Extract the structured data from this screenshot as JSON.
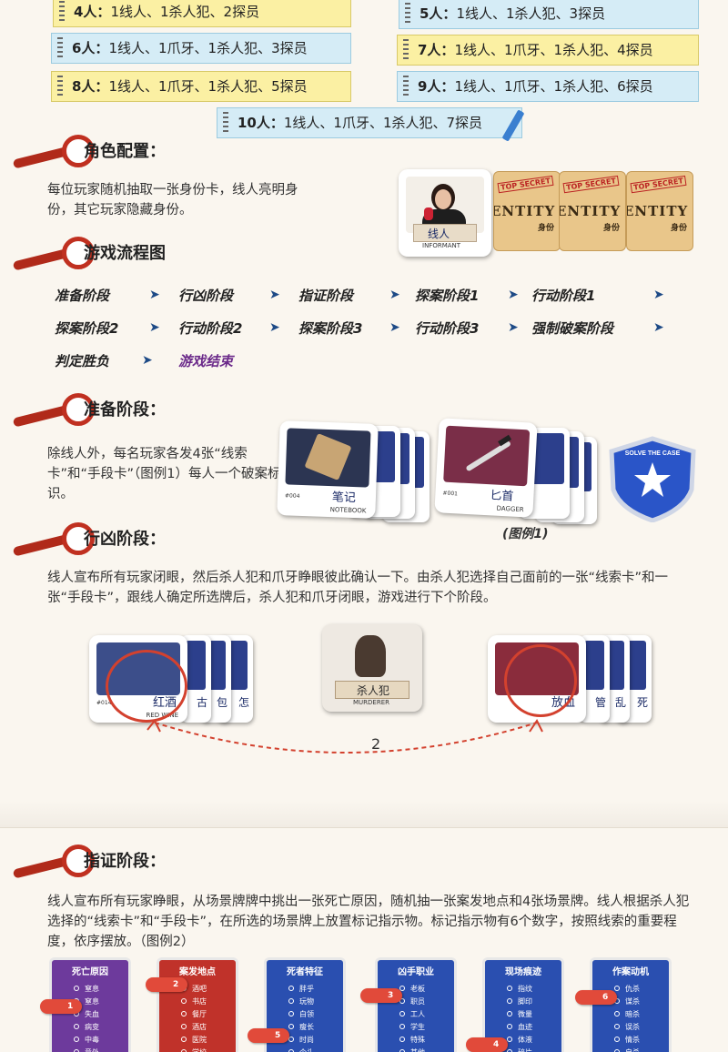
{
  "player_counts": [
    {
      "label": "4人：",
      "text": "1线人、1杀人犯、2探员"
    },
    {
      "label": "5人：",
      "text": "1线人、1杀人犯、3探员"
    },
    {
      "label": "6人：",
      "text": "1线人、1爪牙、1杀人犯、3探员"
    },
    {
      "label": "7人：",
      "text": "1线人、1爪牙、1杀人犯、4探员"
    },
    {
      "label": "8人：",
      "text": "1线人、1爪牙、1杀人犯、5探员"
    },
    {
      "label": "9人：",
      "text": "1线人、1爪牙、1杀人犯、6探员"
    },
    {
      "label": "10人：",
      "text": "1线人、1爪牙、1杀人犯、7探员"
    }
  ],
  "roles": {
    "title": "角色配置：",
    "text": "每位玩家随机抽取一张身份卡，线人亮明身份，其它玩家隐藏身份。",
    "informant_card": {
      "cn": "线人",
      "en": "INFORMANT"
    },
    "entity_card": {
      "stamp": "TOP SECRET",
      "word": "ENTITY",
      "cn": "身份"
    }
  },
  "flow": {
    "title": "游戏流程图",
    "steps": [
      "准备阶段",
      "行凶阶段",
      "指证阶段",
      "探案阶段1",
      "行动阶段1",
      "探案阶段2",
      "行动阶段2",
      "探案阶段3",
      "行动阶段3",
      "强制破案阶段",
      "判定胜负",
      "游戏结束"
    ],
    "arrow": "➤"
  },
  "prep": {
    "title": "准备阶段：",
    "text": "除线人外，每名玩家各发4张“线索卡”和“手段卡”（图例1）每人一个破案标识。",
    "card1": {
      "num": "#004",
      "cn": "笔记",
      "en": "NOTEBOOK"
    },
    "card2": {
      "num": "#001",
      "cn": "匕首",
      "en": "DAGGER"
    },
    "badge": "SOLVE THE CASE",
    "caption": "(图例1)"
  },
  "crime": {
    "title": "行凶阶段：",
    "text": "线人宣布所有玩家闭眼，然后杀人犯和爪牙睁眼彼此确认一下。由杀人犯选择自己面前的一张“线索卡”和一张“手段卡”，跟线人确定所选牌后，杀人犯和爪牙闭眼，游戏进行下个阶段。",
    "clue_card": {
      "num": "#014",
      "cn": "红酒",
      "en": "RED WINE"
    },
    "clue_backs": [
      "古",
      "包",
      "怎"
    ],
    "murderer_card": {
      "cn": "杀人犯",
      "en": "MURDERER"
    },
    "method_card": {
      "cn": "放血"
    },
    "method_backs": [
      "管",
      "乱",
      "死"
    ],
    "label": "2"
  },
  "accuse": {
    "title": "指证阶段：",
    "text": "线人宣布所有玩家睁眼，从场景牌牌中挑出一张死亡原因，随机抽一张案发地点和4张场景牌。线人根据杀人犯选择的“线索卡”和“手段卡”，在所选的场景牌上放置标记指示物。标记指示物有6个数字，按照线索的重要程度，依序摆放。（图例2）",
    "scene_cards": [
      {
        "title": "死亡原因",
        "items": [
          "窒息",
          "窒息",
          "失血",
          "病变",
          "中毒",
          "意外"
        ],
        "color": "#6d3a9c"
      },
      {
        "title": "案发地点",
        "items": [
          "酒吧",
          "书店",
          "餐厅",
          "酒店",
          "医院",
          "学校"
        ],
        "color": "#c0322a"
      },
      {
        "title": "死者特征",
        "items": [
          "胖乎",
          "玩物",
          "白领",
          "瘦长",
          "时尚",
          "个头"
        ],
        "color": "#2a4fb0"
      },
      {
        "title": "凶手职业",
        "items": [
          "老板",
          "职员",
          "工人",
          "学生",
          "特殊",
          "其他"
        ],
        "color": "#2a4fb0"
      },
      {
        "title": "现场痕迹",
        "items": [
          "指纹",
          "脚印",
          "微量",
          "血迹",
          "体液",
          "碎片"
        ],
        "color": "#2a4fb0"
      },
      {
        "title": "作案动机",
        "items": [
          "仇杀",
          "谋杀",
          "暗杀",
          "误杀",
          "情杀",
          "自杀"
        ],
        "color": "#2a4fb0"
      }
    ],
    "markers": [
      "1",
      "2",
      "5",
      "3",
      "4",
      "6"
    ]
  }
}
